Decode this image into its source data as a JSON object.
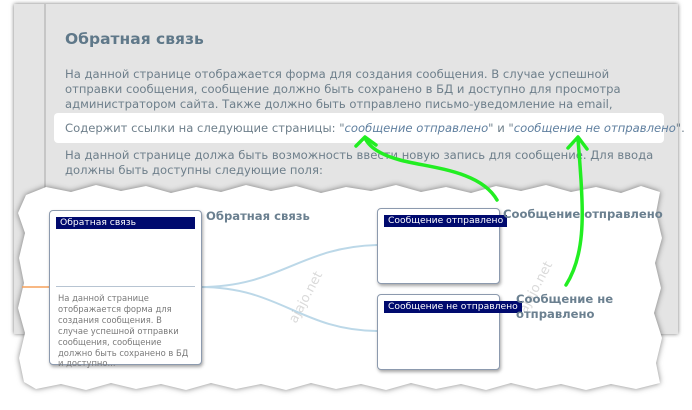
{
  "document": {
    "title": "Обратная связь",
    "paragraph1": "На данной странице отображается форма для создания сообщения. В случае успешной отправки сообщения, сообщение должно быть сохранено в БД и доступно для просмотра администратором сайта. Также должно быть отправлено письмо-уведомление на email, задаваемый в настройках сайта.",
    "links_prefix": "Содержит ссылки на следующие страницы: \"",
    "link_sent": "сообщение отправлено",
    "links_middle": "\" и \"",
    "link_not_sent": "сообщение не отправлено",
    "links_suffix": "\".",
    "paragraph2": "На данной странице должа быть возможность ввести новую запись для сообщение. Для ввода должны быть доступны следующие поля:"
  },
  "diagram": {
    "main_panel": {
      "header": "Обратная связь",
      "label": "Обратная связь",
      "body": "На данной странице отображается форма для создания сообщения. В случае успешной отправки сообщения, сообщение должно быть сохранено в БД и доступно..."
    },
    "sent_panel": {
      "header": "Сообщение отправлено",
      "label": "Сообщение отправлено"
    },
    "not_sent_panel": {
      "header": "Сообщение не отправлено",
      "label": "Сообщение не отправлено"
    },
    "watermark": "ajajo.net",
    "colors": {
      "header_bg": "#000a6e",
      "connector": "#bcd8e8",
      "arrow": "#22ee22",
      "incoming_line": "#f5a05a"
    }
  }
}
